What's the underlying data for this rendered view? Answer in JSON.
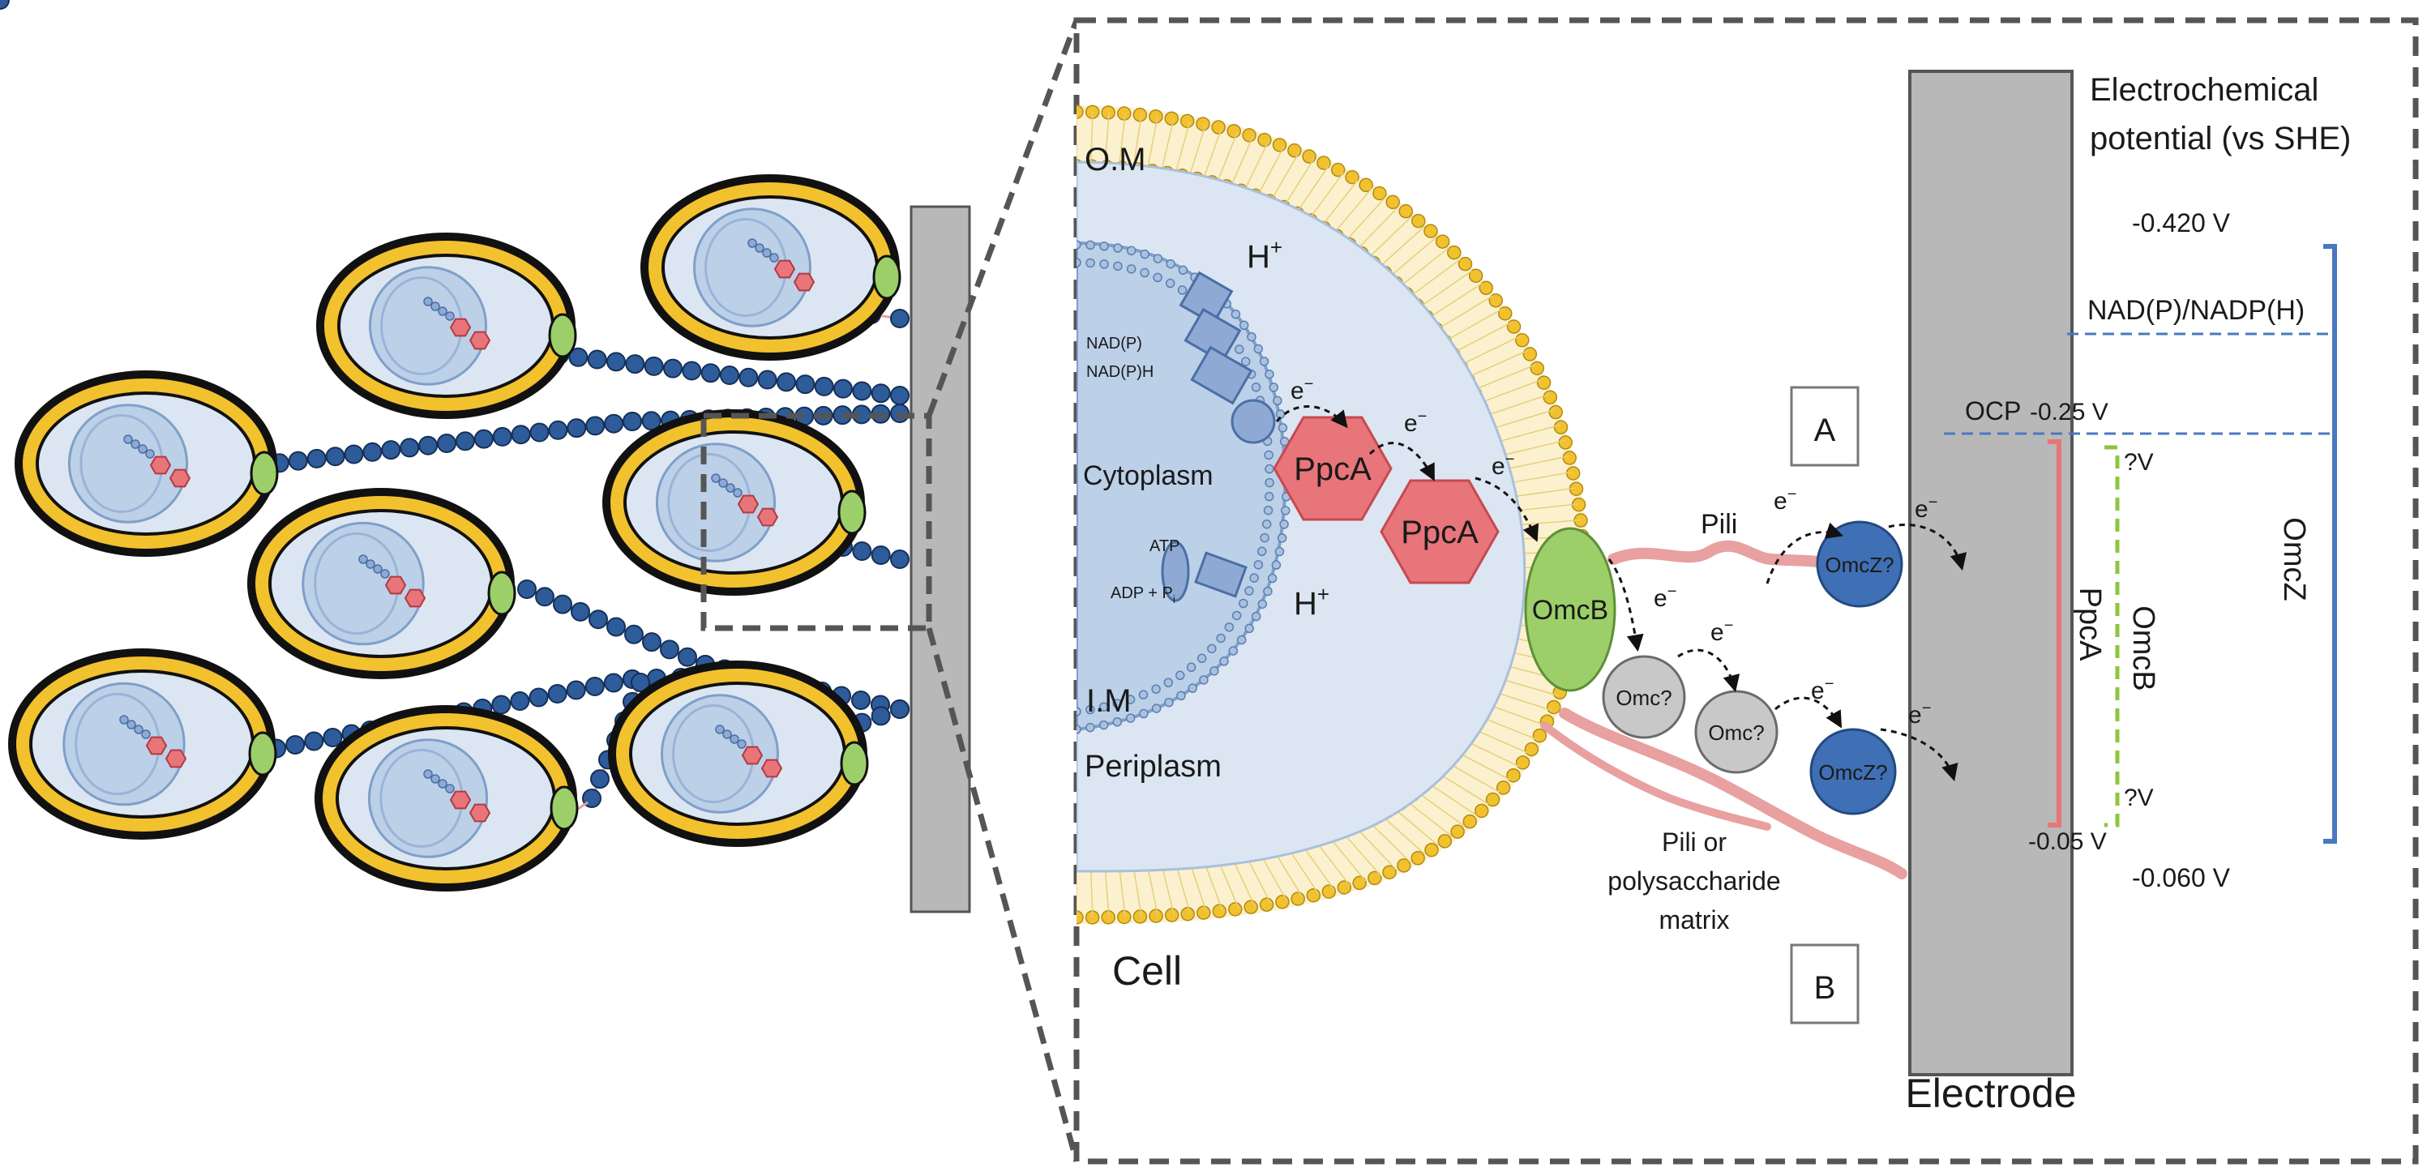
{
  "labels": {
    "om": "O.M",
    "im": "I.M",
    "cytoplasm": "Cytoplasm",
    "periplasm": "Periplasm",
    "cell": "Cell",
    "nadp": "NAD(P)",
    "nadph": "NAD(P)H",
    "atp": "ATP",
    "adp_pi": "ADP + P",
    "adp_sub": "i",
    "h_plus": "H",
    "h_sup": "+",
    "e": "e",
    "e_sup": "−",
    "ppca": "PpcA",
    "omcb": "OmcB",
    "omc_q": "Omc?",
    "omcz_q": "OmcZ?",
    "pili": "Pili",
    "pili_or": "Pili or",
    "polysaccharide": "polysaccharide",
    "matrix": "matrix",
    "box_a": "A",
    "box_b": "B",
    "electrode": "Electrode",
    "potential_title_1": "Electrochemical",
    "potential_title_2": "potential (vs SHE)",
    "nad_couple": "NAD(P)/NADP(H)",
    "ocp": "OCP",
    "v_top": "-0.420 V",
    "v_ocp": "-0.25 V",
    "v_low": "-0.05 V",
    "v_bottom": "-0.060 V",
    "v_unknown": "?V",
    "bar_ppca": "PpcA",
    "bar_omcb": "OmcB",
    "bar_omcz": "OmcZ"
  },
  "colors": {
    "membrane_yellow": "#f2c12e",
    "cell_fill": "#dce6f2",
    "cytoplasm_fill": "#bcd0e8",
    "nanowire_blue": "#2e5c9a",
    "ppca_red": "#e8757a",
    "omcb_green": "#9ccf6a",
    "omcz_blue": "#3f6fb5",
    "omc_gray": "#c8c8c8",
    "electrode_gray": "#b8b8b8",
    "pili_pink": "#e8a0a0",
    "dashed_blue": "#4a78c0",
    "omcb_dash_green": "#8cc63f"
  }
}
